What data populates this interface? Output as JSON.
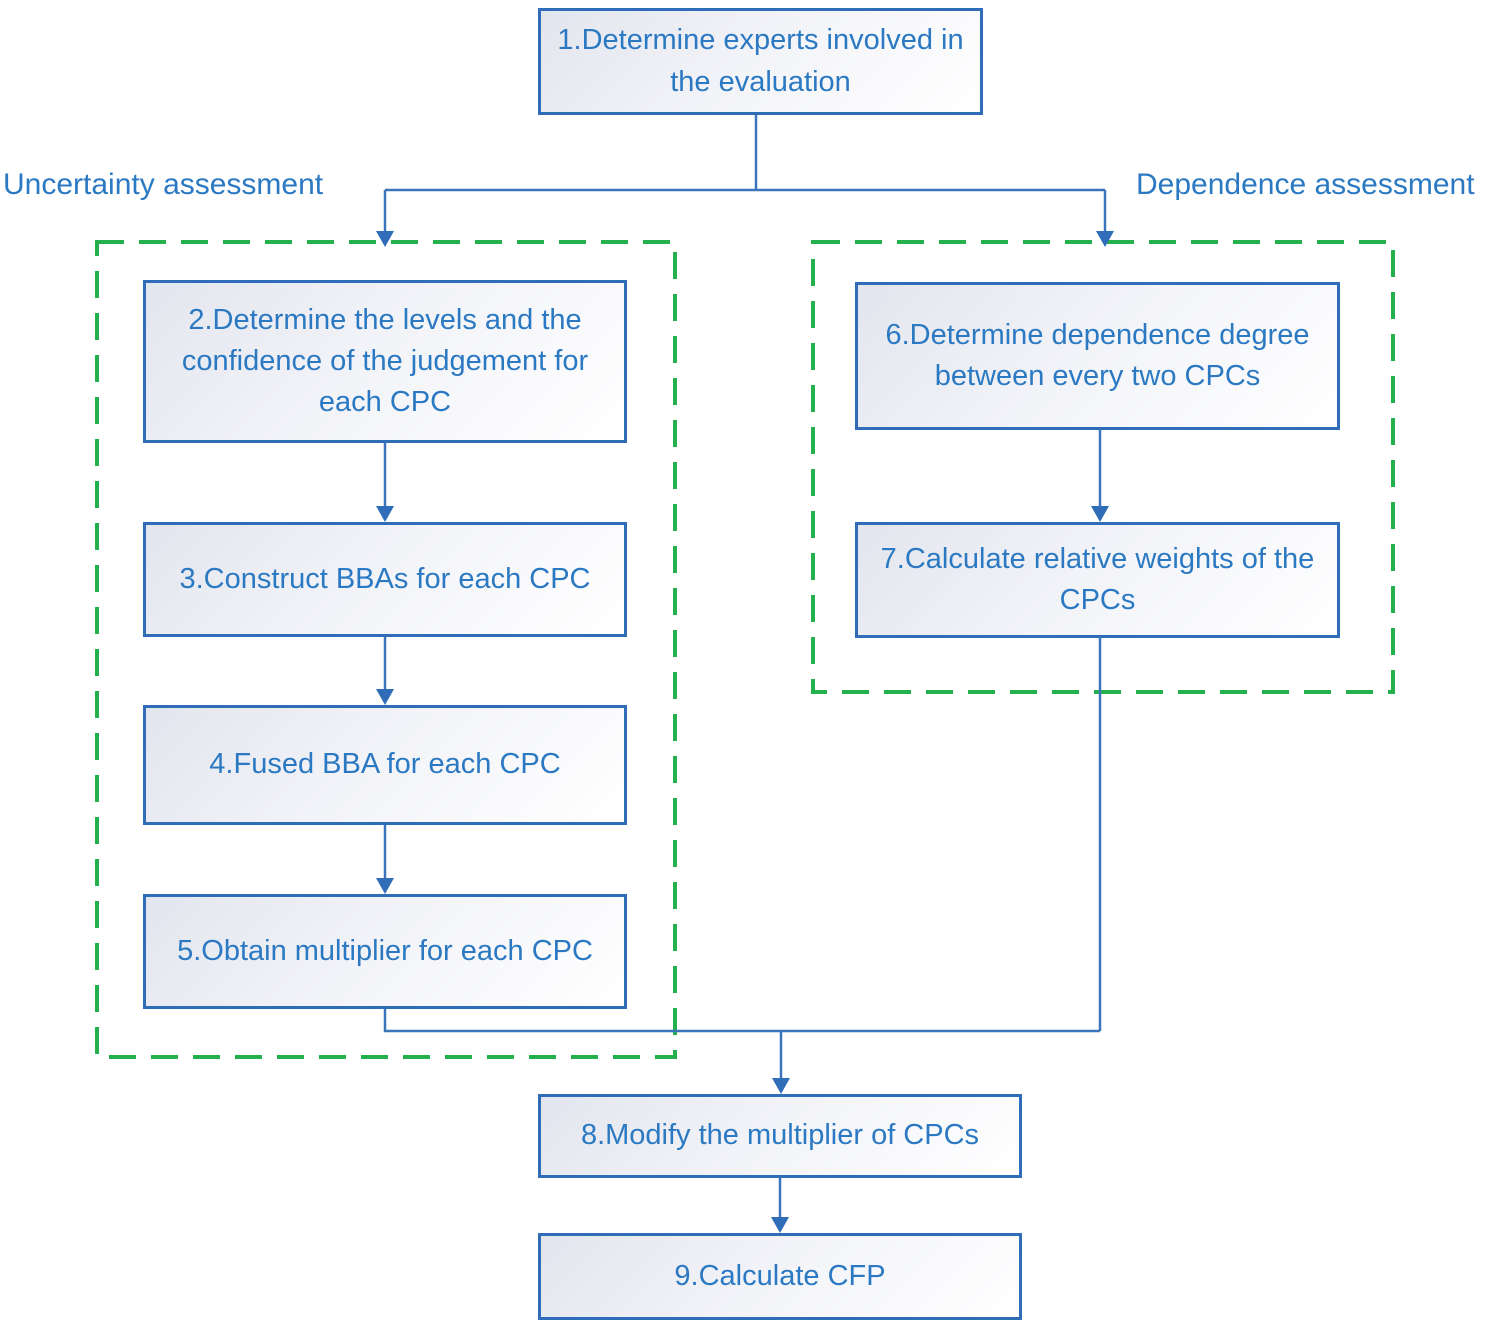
{
  "diagram": {
    "type": "flowchart",
    "nodes": {
      "n1": {
        "label": "1.Determine experts involved in the evaluation"
      },
      "n2": {
        "label": "2.Determine the levels and the confidence of the judgement for each CPC"
      },
      "n3": {
        "label": "3.Construct BBAs for each CPC"
      },
      "n4": {
        "label": "4.Fused BBA for each CPC"
      },
      "n5": {
        "label": "5.Obtain multiplier for each CPC"
      },
      "n6": {
        "label": "6.Determine dependence degree between every two CPCs"
      },
      "n7": {
        "label": "7.Calculate relative weights of the CPCs"
      },
      "n8": {
        "label": "8.Modify the multiplier of CPCs"
      },
      "n9": {
        "label": "9.Calculate CFP"
      }
    },
    "groups": [
      {
        "label": "Uncertainty assessment",
        "nodes": [
          "n2",
          "n3",
          "n4",
          "n5"
        ]
      },
      {
        "label": "Dependence assessment",
        "nodes": [
          "n6",
          "n7"
        ]
      }
    ],
    "edges": [
      {
        "from": "n1",
        "to": "n2"
      },
      {
        "from": "n1",
        "to": "n6"
      },
      {
        "from": "n2",
        "to": "n3"
      },
      {
        "from": "n3",
        "to": "n4"
      },
      {
        "from": "n4",
        "to": "n5"
      },
      {
        "from": "n5",
        "to": "n8"
      },
      {
        "from": "n6",
        "to": "n7"
      },
      {
        "from": "n7",
        "to": "n8"
      },
      {
        "from": "n8",
        "to": "n9"
      }
    ],
    "colors": {
      "node_border": "#2f6db8",
      "node_text": "#2b79c2",
      "connector": "#3a74bb",
      "group_outline": "#24b14d"
    }
  }
}
